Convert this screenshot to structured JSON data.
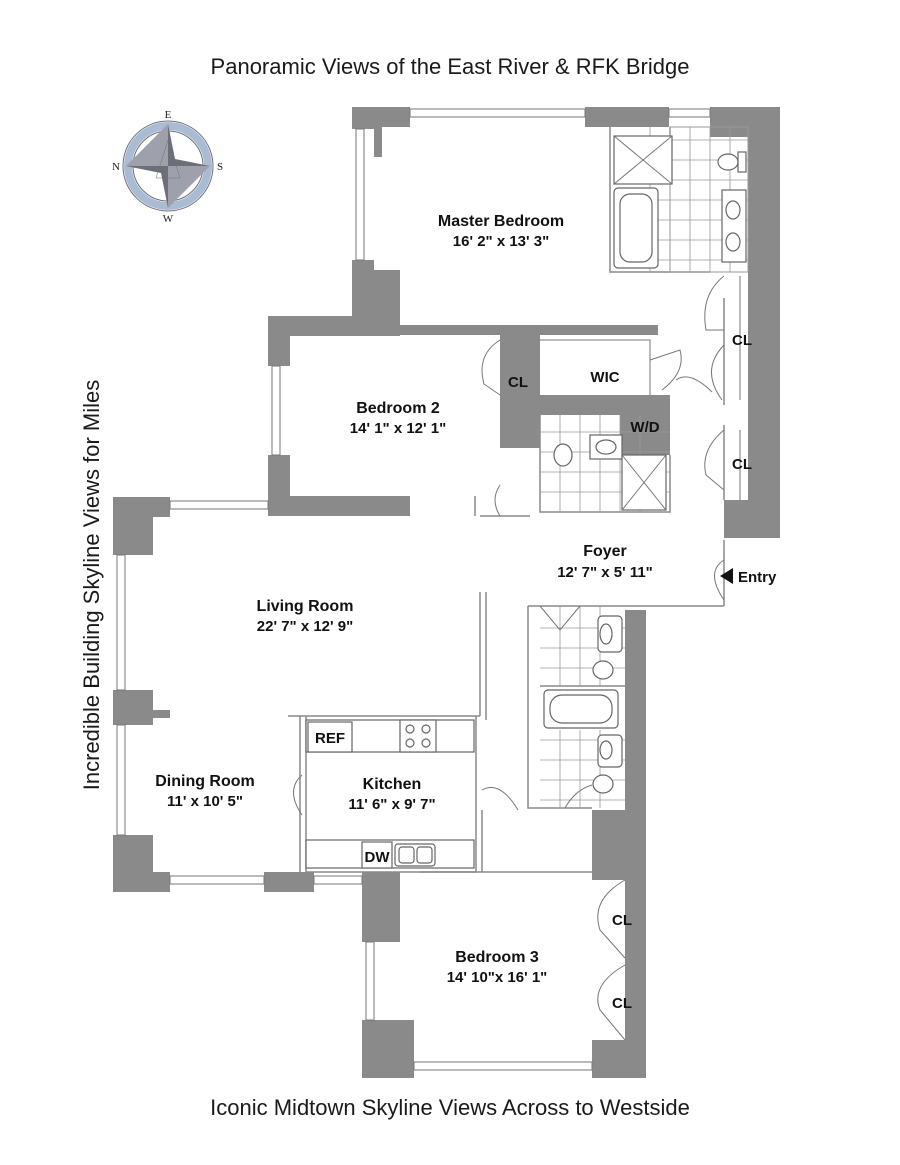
{
  "captions": {
    "top": "Panoramic Views of the East River & RFK Bridge",
    "side": "Incredible Building Skyline Views for Miles",
    "bottom": "Iconic Midtown Skyline Views Across to Westside"
  },
  "compass": {
    "north": "N",
    "east": "E",
    "south": "S",
    "west": "W"
  },
  "rooms": {
    "master": {
      "name": "Master Bedroom",
      "size": "16' 2\" x 13' 3\""
    },
    "bed2": {
      "name": "Bedroom 2",
      "size": "14' 1\" x 12' 1\""
    },
    "living": {
      "name": "Living Room",
      "size": "22' 7\" x 12' 9\""
    },
    "dining": {
      "name": "Dining Room",
      "size": "11' x 10' 5\""
    },
    "kitchen": {
      "name": "Kitchen",
      "size": "11' 6\" x 9' 7\""
    },
    "foyer": {
      "name": "Foyer",
      "size": "12' 7\" x 5' 11\""
    },
    "bed3": {
      "name": "Bedroom 3",
      "size": "14' 10\"x 16' 1\""
    }
  },
  "labels": {
    "cl": "CL",
    "wic": "WIC",
    "wd": "W/D",
    "entry": "Entry",
    "ref": "REF",
    "dw": "DW"
  },
  "colors": {
    "wall": "#8a8a8a",
    "compass_ring": "#aabbd4",
    "compass_star": "#6d6f78"
  }
}
